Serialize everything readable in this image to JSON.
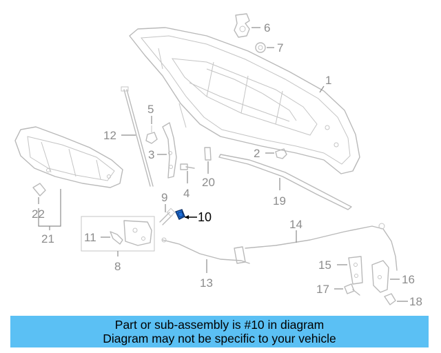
{
  "diagram": {
    "callouts": {
      "c1": "1",
      "c2": "2",
      "c3": "3",
      "c4": "4",
      "c5": "5",
      "c6": "6",
      "c7": "7",
      "c8": "8",
      "c9": "9",
      "c10": "10",
      "c11": "11",
      "c12": "12",
      "c13": "13",
      "c14": "14",
      "c15": "15",
      "c16": "16",
      "c17": "17",
      "c18": "18",
      "c19": "19",
      "c20": "20",
      "c21": "21",
      "c22": "22"
    },
    "highlighted_part": "10",
    "highlight_color": "#1e6fd9",
    "part_color": "#b9b9b9"
  },
  "caption": {
    "line1": "Part or sub-assembly is #10 in diagram",
    "line2": "Diagram may not be specific to your vehicle",
    "background": "#5bc0f4"
  }
}
